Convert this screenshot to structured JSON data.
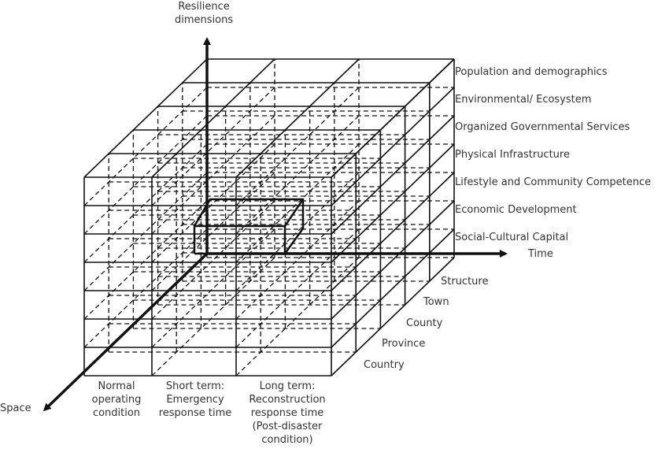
{
  "axes": {
    "vertical": [
      "Resilience",
      "dimensions"
    ],
    "horizontal": "Time",
    "depth": "Space"
  },
  "dimensions": [
    "Population  and  demographics",
    "Environmental/ Ecosystem",
    "Organized Governmental Services",
    "Physical Infrastructure",
    "Lifestyle and Community Competence",
    "Economic Development",
    "Social-Cultural Capital"
  ],
  "space_levels": [
    "Structure",
    "Town",
    "County",
    "Province",
    "Country"
  ],
  "time_phases": [
    [
      "Normal",
      "operating",
      "condition"
    ],
    [
      "Short term:",
      "Emergency",
      "response time"
    ],
    [
      "Long term:",
      "Reconstruction",
      "response time",
      "(Post-disaster",
      "condition)"
    ]
  ],
  "colors": {
    "line": "#111111",
    "text": "#333333"
  }
}
